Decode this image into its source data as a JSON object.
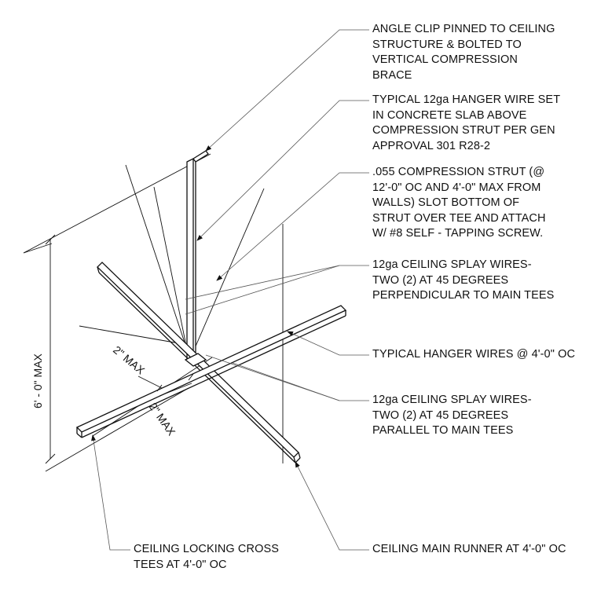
{
  "annotations": {
    "angle_clip": "ANGLE CLIP PINNED TO CEILING\nSTRUCTURE & BOLTED TO\nVERTICAL COMPRESSION\nBRACE",
    "hanger_wire_set": "TYPICAL 12ga HANGER WIRE SET\nIN CONCRETE SLAB ABOVE\nCOMPRESSION STRUT PER GEN\nAPPROVAL 301 R28-2",
    "compression_strut": ".055 COMPRESSION STRUT (@\n12'-0\" OC AND 4'-0\" MAX FROM\nWALLS) SLOT BOTTOM OF\nSTRUT OVER TEE AND ATTACH\nW/ #8 SELF - TAPPING SCREW.",
    "splay_perpendicular": "12ga CEILING SPLAY WIRES-\nTWO (2) AT 45 DEGREES\nPERPENDICULAR TO MAIN TEES",
    "hanger_wires": "TYPICAL HANGER WIRES @ 4'-0\" OC",
    "splay_parallel": "12ga CEILING SPLAY WIRES-\nTWO (2) AT 45 DEGREES\nPARALLEL TO MAIN TEES",
    "cross_tees": "CEILING LOCKING CROSS\nTEES AT 4'-0\" OC",
    "main_runner": "CEILING MAIN RUNNER AT 4'-0\" OC"
  },
  "dimensions": {
    "height": "6' - 0\" MAX",
    "offset_upper": "2\" MAX",
    "offset_lower": "2\" MAX"
  },
  "colors": {
    "line": "#111111",
    "leader": "#555555",
    "background": "#ffffff"
  }
}
